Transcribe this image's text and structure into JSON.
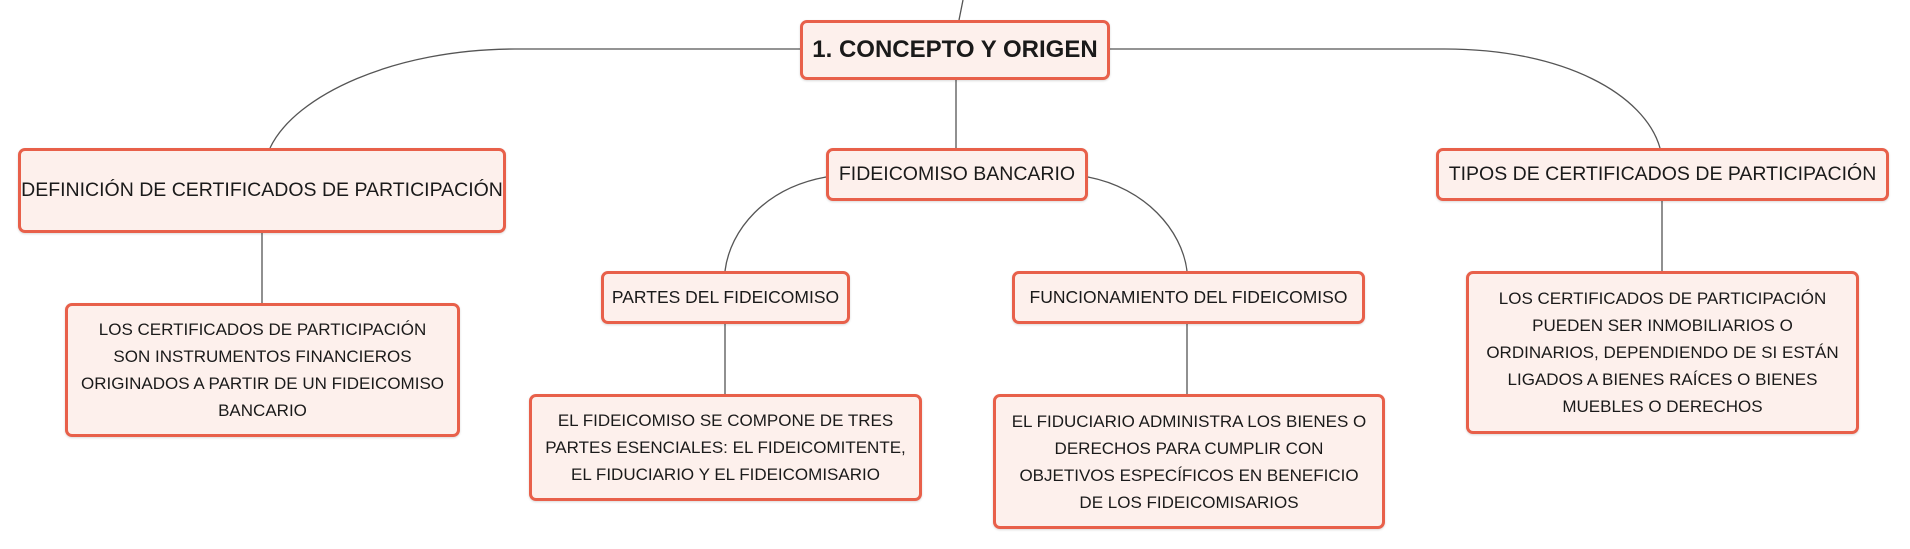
{
  "root": {
    "label": "1. CONCEPTO Y ORIGEN"
  },
  "branches": [
    {
      "label": "DEFINICIÓN DE CERTIFICADOS DE PARTICIPACIÓN",
      "detail": "LOS CERTIFICADOS DE PARTICIPACIÓN SON INSTRUMENTOS FINANCIEROS ORIGINADOS A PARTIR DE UN FIDEICOMISO BANCARIO"
    },
    {
      "label": "FIDEICOMISO BANCARIO",
      "children": [
        {
          "label": "PARTES DEL FIDEICOMISO",
          "detail": "EL FIDEICOMISO SE COMPONE DE TRES PARTES ESENCIALES: EL FIDEICOMITENTE, EL FIDUCIARIO Y EL FIDEICOMISARIO"
        },
        {
          "label": "FUNCIONAMIENTO DEL FIDEICOMISO",
          "detail": "EL FIDUCIARIO ADMINISTRA LOS BIENES O DERECHOS PARA CUMPLIR CON OBJETIVOS ESPECÍFICOS EN BENEFICIO DE LOS FIDEICOMISARIOS"
        }
      ]
    },
    {
      "label": "TIPOS DE CERTIFICADOS DE PARTICIPACIÓN",
      "detail": "LOS CERTIFICADOS DE PARTICIPACIÓN PUEDEN SER INMOBILIARIOS O ORDINARIOS, DEPENDIENDO DE SI ESTÁN LIGADOS A BIENES RAÍCES O BIENES MUEBLES O DERECHOS"
    }
  ],
  "colors": {
    "node_border": "#e8604a",
    "node_fill": "#fdf0ec",
    "connector": "#555555"
  }
}
